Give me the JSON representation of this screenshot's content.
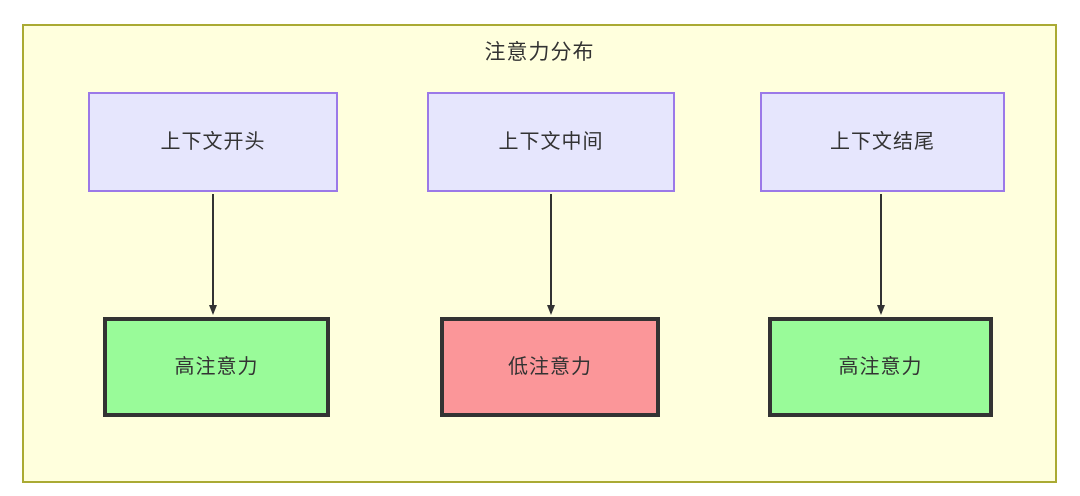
{
  "diagram": {
    "title": "注意力分布",
    "colors": {
      "container_fill": "#ffffdd",
      "container_border": "#aaaa33",
      "context_fill": "#e6e6fd",
      "context_border": "#9b79e8",
      "high_attention_fill": "#99fb99",
      "low_attention_fill": "#fb9699",
      "node_border_dark": "#333333",
      "edge": "#333333",
      "text": "#333333"
    },
    "nodes": {
      "context_start": "上下文开头",
      "context_middle": "上下文中间",
      "context_end": "上下文结尾",
      "attention_start": "高注意力",
      "attention_middle": "低注意力",
      "attention_end": "高注意力"
    },
    "edges": [
      {
        "from": "上下文开头",
        "to": "高注意力"
      },
      {
        "from": "上下文中间",
        "to": "低注意力"
      },
      {
        "from": "上下文结尾",
        "to": "高注意力"
      }
    ]
  }
}
